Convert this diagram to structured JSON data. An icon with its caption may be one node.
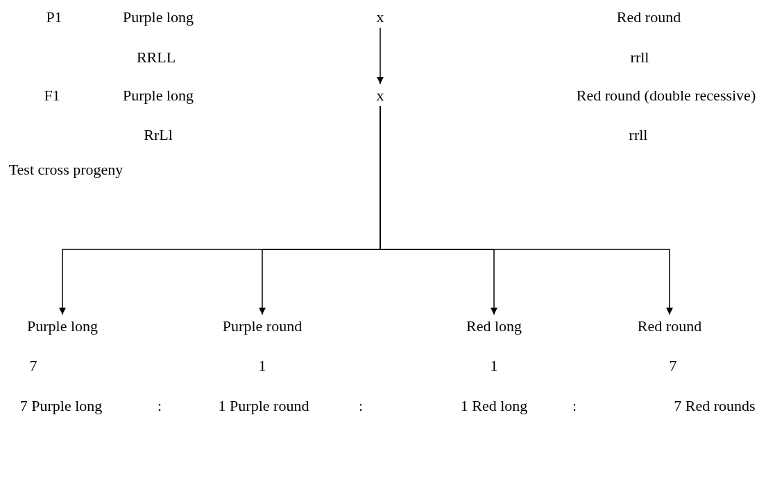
{
  "diagram": {
    "nodes": [
      {
        "text": [
          "x"
        ]
      },
      {
        "text": [
          "x"
        ]
      },
      {
        "text": [
          "Purple long"
        ],
        "beside": [
          "7"
        ]
      },
      {
        "text": [
          "Purple round"
        ],
        "beside": [
          "1"
        ]
      },
      {
        "text": [
          "Red long"
        ],
        "beside": [
          "1"
        ]
      },
      {
        "text": [
          "Red round"
        ],
        "beside": [
          "7"
        ]
      }
    ],
    "edges": [
      {
        "from": 0,
        "to": 1,
        "arrow": "to"
      },
      {
        "from": 1,
        "to": 2,
        "arrow": "to"
      },
      {
        "from": 1,
        "to": 3,
        "arrow": "to"
      },
      {
        "from": 1,
        "to": 4,
        "arrow": "to"
      },
      {
        "from": 1,
        "to": 5,
        "arrow": "to"
      }
    ],
    "labels": [
      "P1",
      "Purple long",
      "Red round",
      "RRLL",
      "rrll",
      "F1",
      "Purple long",
      "Red round (double recessive)",
      "RrLl",
      "rrll",
      "Test cross progeny",
      "7 Purple long",
      ":",
      "1 Purple round",
      ":",
      "1 Red long",
      ":",
      "7 Red rounds"
    ]
  }
}
